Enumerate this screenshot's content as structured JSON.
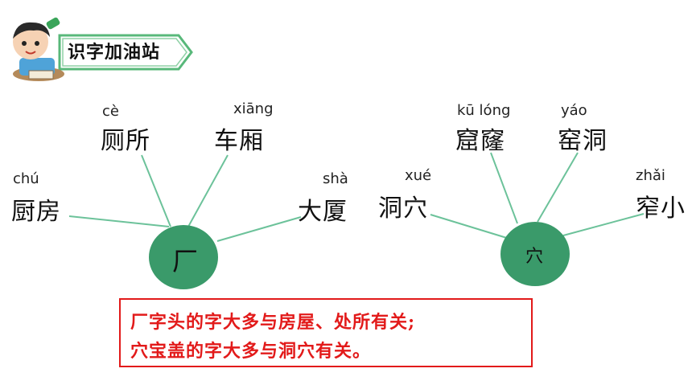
{
  "header": {
    "title": "识字加油站"
  },
  "left_group": {
    "center": "厂",
    "items": [
      {
        "pinyin": "chú",
        "word": "厨房"
      },
      {
        "pinyin": "cè",
        "word": "厕所"
      },
      {
        "pinyin": "xiāng",
        "word": "车厢"
      },
      {
        "pinyin": "shà",
        "word": "大厦"
      }
    ]
  },
  "right_group": {
    "center": "穴",
    "items": [
      {
        "pinyin": "xué",
        "word": "洞穴"
      },
      {
        "pinyin": "kū lóng",
        "word": "窟窿"
      },
      {
        "pinyin": "yáo",
        "word": "窑洞"
      },
      {
        "pinyin": "zhǎi",
        "word": "窄小"
      }
    ]
  },
  "note": {
    "line1": "厂字头的字大多与房屋、处所有关;",
    "line2": "穴宝盖的字大多与洞穴有关。"
  },
  "colors": {
    "circle": "#3a9a6a",
    "lines": "#6cc29a",
    "banner_border": "#58b87a",
    "note_red": "#e21a1a"
  }
}
